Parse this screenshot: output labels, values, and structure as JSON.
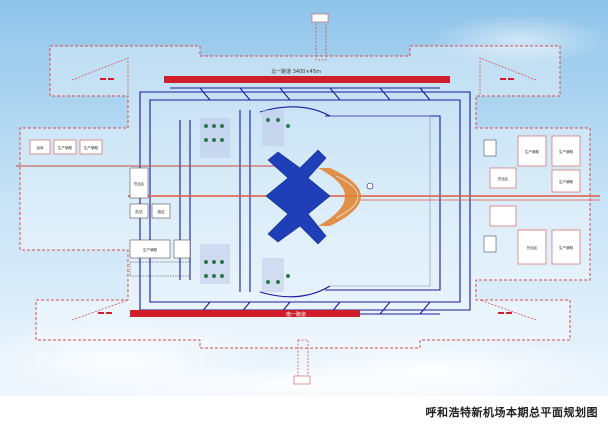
{
  "caption": "呼和浩特新机场本期总平面规划图",
  "runways": {
    "north": "北一跑道 3400×45m",
    "south": "南一跑道"
  },
  "left_buildings": [
    "油库",
    "生产辅助",
    "生产辅助",
    "货运区",
    "航站",
    "酒店",
    "生产辅助"
  ],
  "right_buildings": [
    "生产辅助",
    "生产辅助",
    "生产辅助",
    "货运区",
    "货运区",
    "生产辅助"
  ],
  "colors": {
    "runway": "#d01f2a",
    "taxiway": "#1a1aa0",
    "terminal": "#1e3fb8",
    "boundary": "#d85050",
    "sky_top": "#8fc4ea",
    "sky_bottom": "#e9f4fc"
  }
}
